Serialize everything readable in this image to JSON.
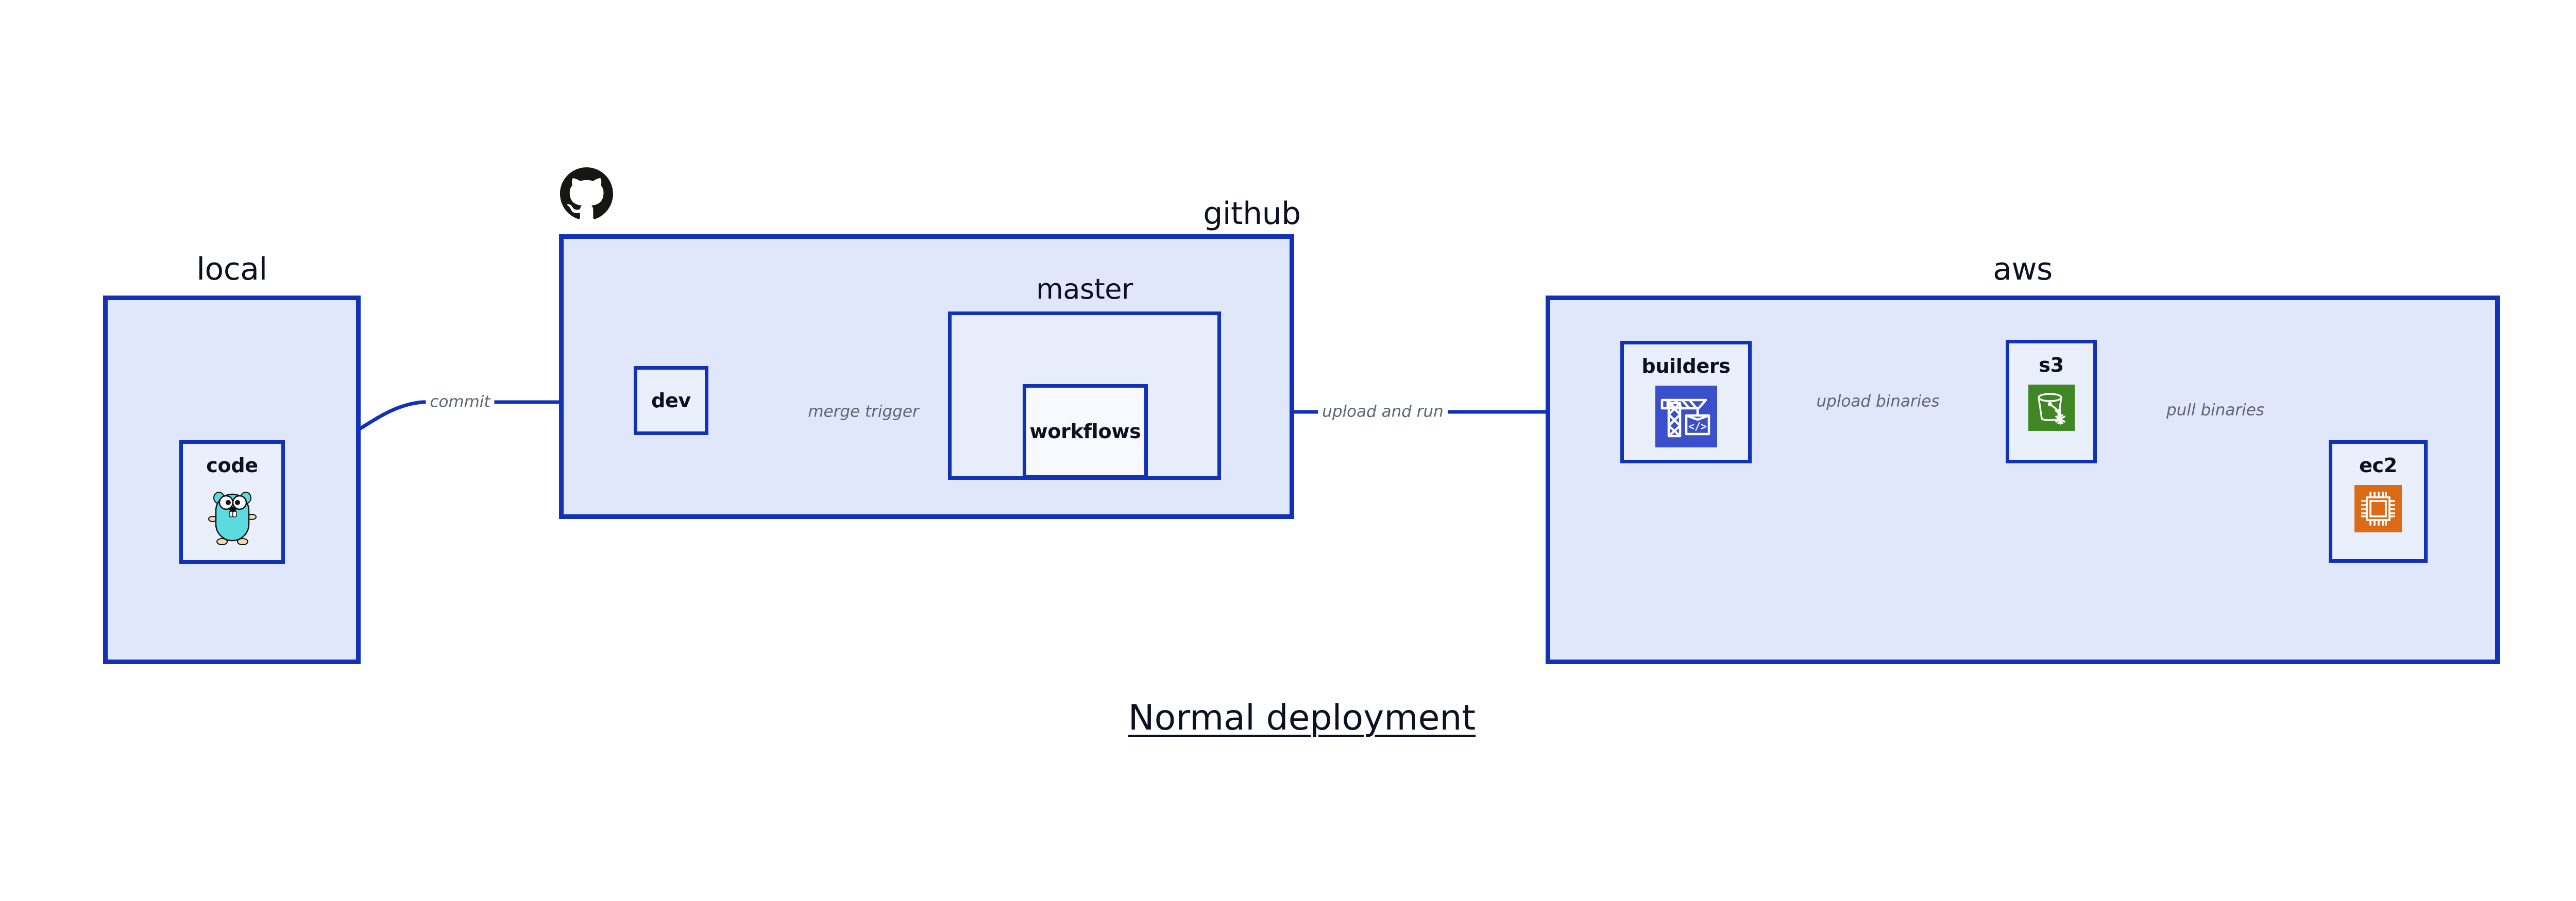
{
  "title": "Normal deployment",
  "colors": {
    "group_fill": "#e1e7fa",
    "subgroup_fill": "#e8edfb",
    "node_fill": "#eaeffc",
    "node_white_fill": "#f7f9fe",
    "stroke": "#1132b8",
    "text": "#0d1022",
    "edge_label_text": "#5e6572",
    "builders_icon": "#3b4fcc",
    "s3_icon": "#3f8624",
    "ec2_icon": "#dd6b16",
    "gopher": "#5adbe0",
    "github_mark": "#161614"
  },
  "groups": [
    {
      "id": "local",
      "label": "local"
    },
    {
      "id": "github",
      "label": "github"
    },
    {
      "id": "master",
      "label": "master"
    },
    {
      "id": "aws",
      "label": "aws"
    }
  ],
  "nodes": [
    {
      "id": "code",
      "label": "code",
      "icon": "go-gopher-icon"
    },
    {
      "id": "dev",
      "label": "dev",
      "icon": "none"
    },
    {
      "id": "workflows",
      "label": "workflows",
      "icon": "none"
    },
    {
      "id": "builders",
      "label": "builders",
      "icon": "aws-crane-code-icon"
    },
    {
      "id": "s3",
      "label": "s3",
      "icon": "aws-s3-glacier-bucket-icon"
    },
    {
      "id": "ec2",
      "label": "ec2",
      "icon": "aws-ec2-chip-icon"
    }
  ],
  "edges": [
    {
      "id": "commit",
      "from": "code",
      "to": "dev",
      "label": "commit"
    },
    {
      "id": "merge-trigger",
      "from": "dev",
      "to": "workflows",
      "label": "merge trigger"
    },
    {
      "id": "upload-and-run",
      "from": "workflows",
      "to": "builders",
      "label": "upload and run"
    },
    {
      "id": "upload-binaries",
      "from": "builders",
      "to": "s3",
      "label": "upload binaries"
    },
    {
      "id": "pull-binaries",
      "from": "s3",
      "to": "ec2",
      "label": "pull binaries"
    }
  ]
}
